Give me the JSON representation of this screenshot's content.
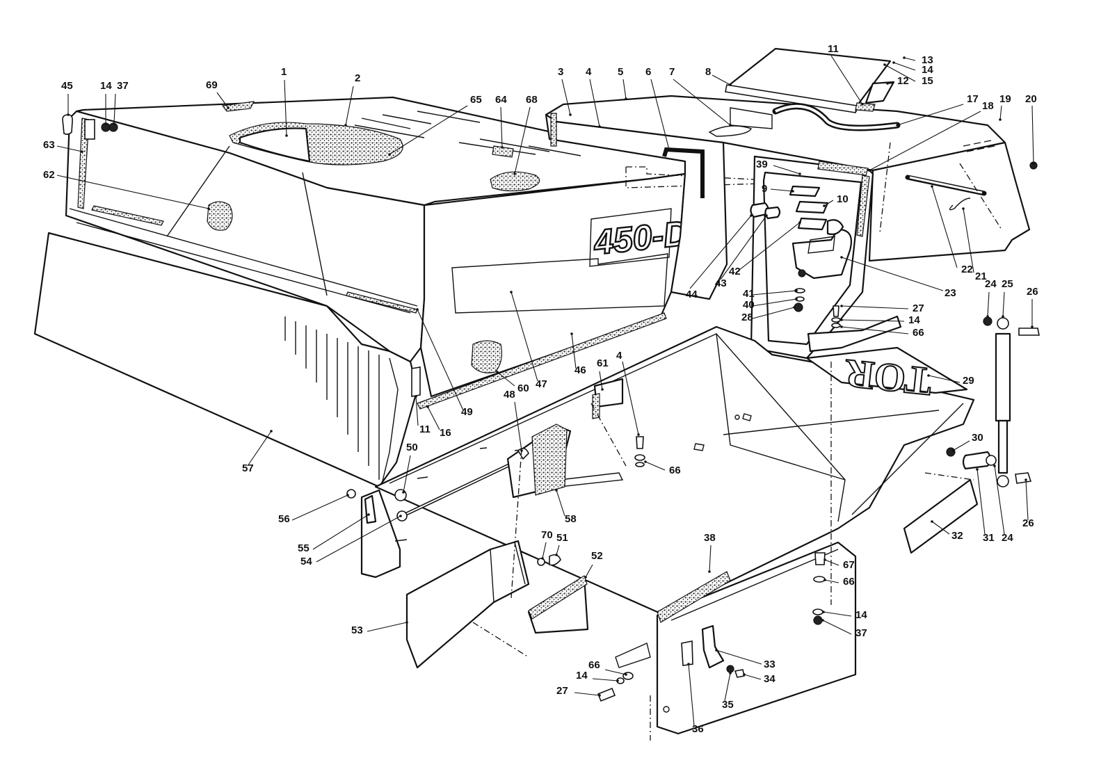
{
  "decals": {
    "model": "450-D",
    "brand": "TOR"
  },
  "callouts": [
    {
      "id": "c45",
      "label": "45"
    },
    {
      "id": "c14a",
      "label": "14"
    },
    {
      "id": "c37a",
      "label": "37"
    },
    {
      "id": "c69",
      "label": "69"
    },
    {
      "id": "c1",
      "label": "1"
    },
    {
      "id": "c2",
      "label": "2"
    },
    {
      "id": "c65",
      "label": "65"
    },
    {
      "id": "c64",
      "label": "64"
    },
    {
      "id": "c68",
      "label": "68"
    },
    {
      "id": "c3",
      "label": "3"
    },
    {
      "id": "c4a",
      "label": "4"
    },
    {
      "id": "c5",
      "label": "5"
    },
    {
      "id": "c6",
      "label": "6"
    },
    {
      "id": "c7",
      "label": "7"
    },
    {
      "id": "c8",
      "label": "8"
    },
    {
      "id": "c11a",
      "label": "11"
    },
    {
      "id": "c13",
      "label": "13"
    },
    {
      "id": "c14b",
      "label": "14"
    },
    {
      "id": "c15",
      "label": "15"
    },
    {
      "id": "c12",
      "label": "12"
    },
    {
      "id": "c17",
      "label": "17"
    },
    {
      "id": "c18",
      "label": "18"
    },
    {
      "id": "c19",
      "label": "19"
    },
    {
      "id": "c20",
      "label": "20"
    },
    {
      "id": "c63",
      "label": "63"
    },
    {
      "id": "c62",
      "label": "62"
    },
    {
      "id": "c39",
      "label": "39"
    },
    {
      "id": "c9",
      "label": "9"
    },
    {
      "id": "c10",
      "label": "10"
    },
    {
      "id": "c44",
      "label": "44"
    },
    {
      "id": "c43",
      "label": "43"
    },
    {
      "id": "c42",
      "label": "42"
    },
    {
      "id": "c41",
      "label": "41"
    },
    {
      "id": "c40",
      "label": "40"
    },
    {
      "id": "c28",
      "label": "28"
    },
    {
      "id": "c23",
      "label": "23"
    },
    {
      "id": "c22",
      "label": "22"
    },
    {
      "id": "c21",
      "label": "21"
    },
    {
      "id": "c24a",
      "label": "24"
    },
    {
      "id": "c25",
      "label": "25"
    },
    {
      "id": "c26a",
      "label": "26"
    },
    {
      "id": "c27a",
      "label": "27"
    },
    {
      "id": "c14c",
      "label": "14"
    },
    {
      "id": "c66a",
      "label": "66"
    },
    {
      "id": "c29",
      "label": "29"
    },
    {
      "id": "c47",
      "label": "47"
    },
    {
      "id": "c46",
      "label": "46"
    },
    {
      "id": "c60",
      "label": "60"
    },
    {
      "id": "c49",
      "label": "49"
    },
    {
      "id": "c16",
      "label": "16"
    },
    {
      "id": "c11b",
      "label": "11"
    },
    {
      "id": "c61",
      "label": "61"
    },
    {
      "id": "c4b",
      "label": "4"
    },
    {
      "id": "c48",
      "label": "48"
    },
    {
      "id": "c66b",
      "label": "66"
    },
    {
      "id": "c57",
      "label": "57"
    },
    {
      "id": "c50",
      "label": "50"
    },
    {
      "id": "c56",
      "label": "56"
    },
    {
      "id": "c55",
      "label": "55"
    },
    {
      "id": "c54",
      "label": "54"
    },
    {
      "id": "c58",
      "label": "58"
    },
    {
      "id": "c70",
      "label": "70"
    },
    {
      "id": "c51",
      "label": "51"
    },
    {
      "id": "c52",
      "label": "52"
    },
    {
      "id": "c53",
      "label": "53"
    },
    {
      "id": "c38",
      "label": "38"
    },
    {
      "id": "c30",
      "label": "30"
    },
    {
      "id": "c31",
      "label": "31"
    },
    {
      "id": "c24b",
      "label": "24"
    },
    {
      "id": "c26b",
      "label": "26"
    },
    {
      "id": "c32",
      "label": "32"
    },
    {
      "id": "c67",
      "label": "67"
    },
    {
      "id": "c66c",
      "label": "66"
    },
    {
      "id": "c14d",
      "label": "14"
    },
    {
      "id": "c37b",
      "label": "37"
    },
    {
      "id": "c33",
      "label": "33"
    },
    {
      "id": "c34",
      "label": "34"
    },
    {
      "id": "c35",
      "label": "35"
    },
    {
      "id": "c36",
      "label": "36"
    },
    {
      "id": "c66d",
      "label": "66"
    },
    {
      "id": "c14e",
      "label": "14"
    },
    {
      "id": "c27b",
      "label": "27"
    }
  ]
}
